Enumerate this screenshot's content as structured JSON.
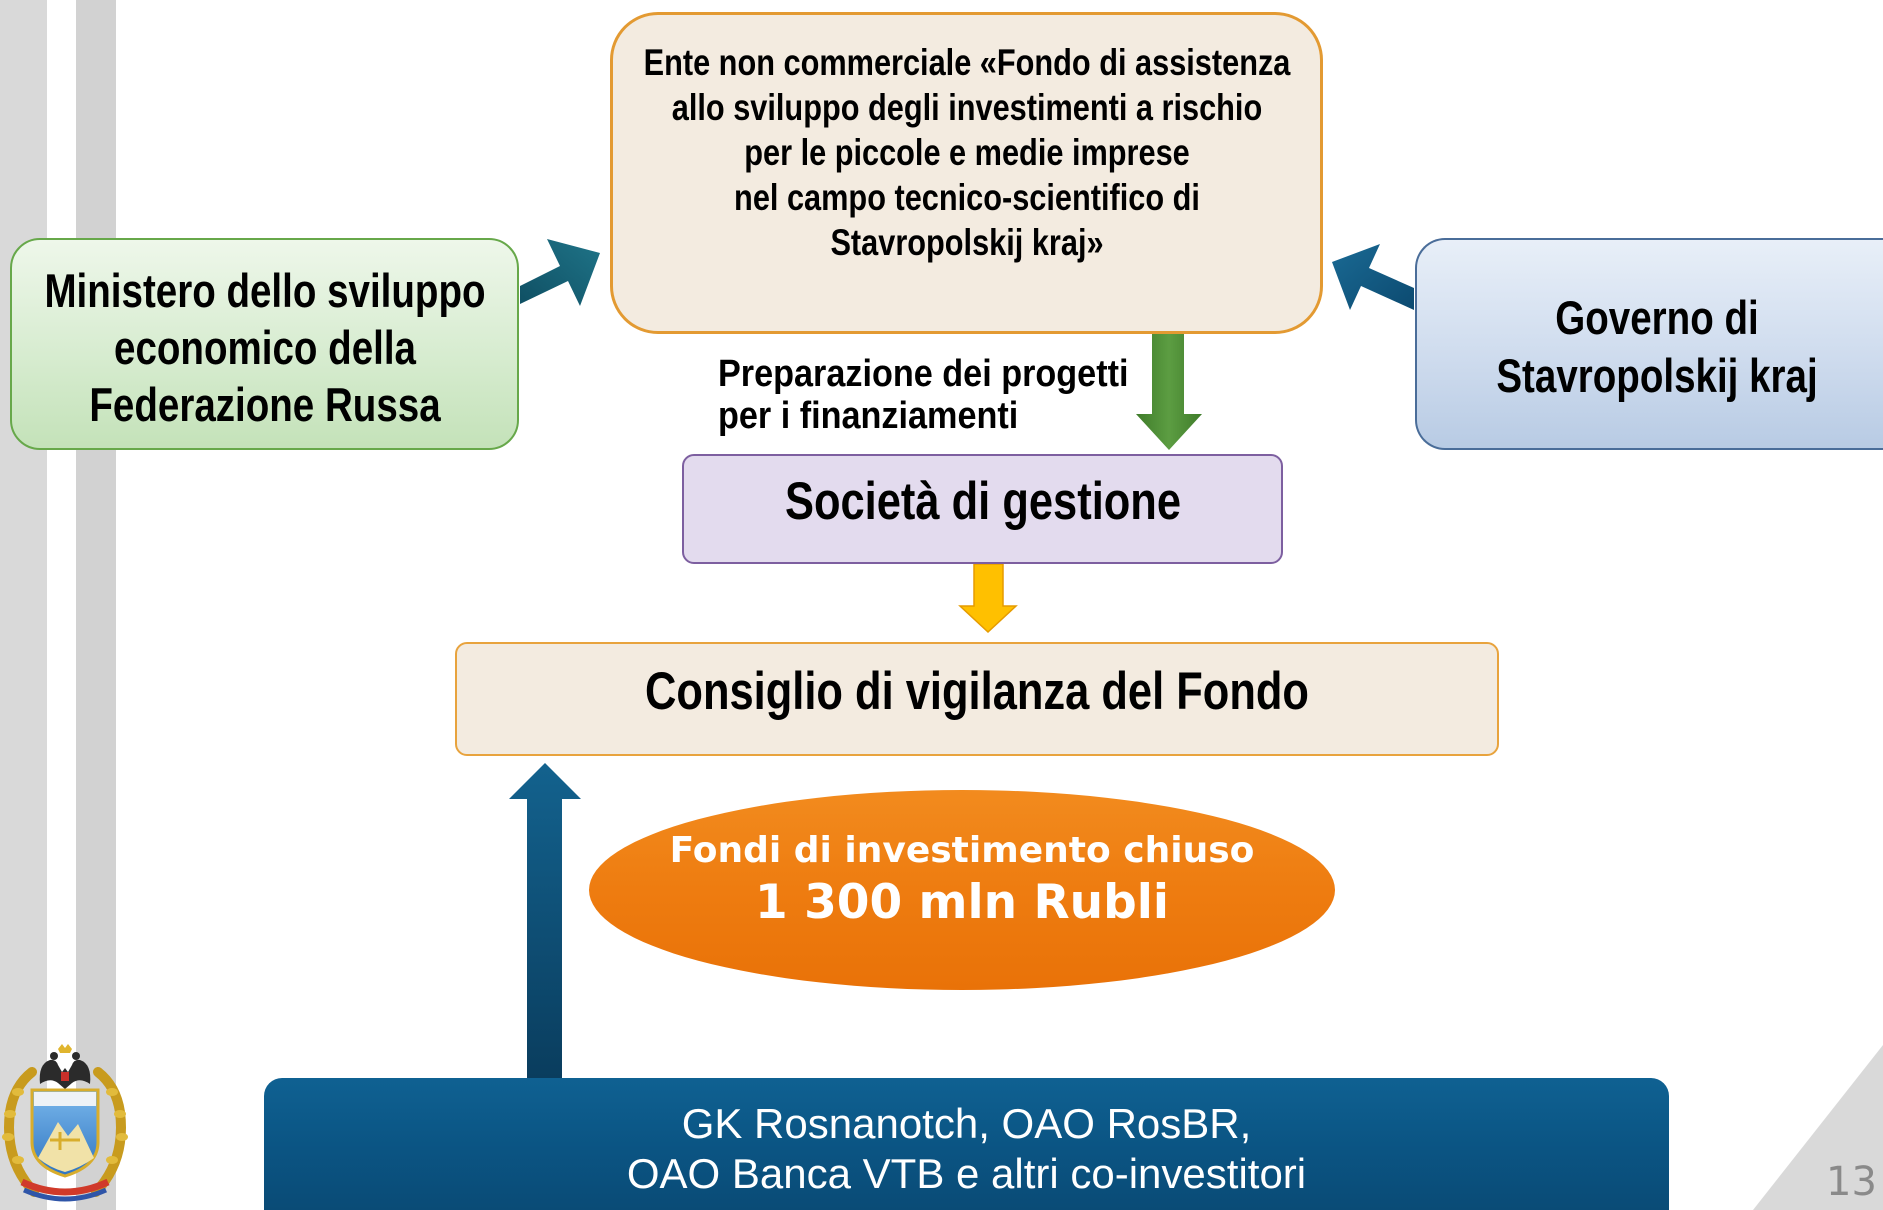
{
  "top_box": {
    "lines": [
      "Ente non commerciale «Fondo di assistenza",
      "allo sviluppo degli investimenti a rischio",
      "per le piccole e medie imprese",
      "nel campo tecnico-scientifico di",
      "Stavropolskij kraj»"
    ]
  },
  "left_box": {
    "lines": [
      "Ministero dello sviluppo",
      "economico della",
      "Federazione Russa"
    ]
  },
  "right_box": {
    "lines": [
      "Governo di",
      "Stavropolskij kraj"
    ]
  },
  "preparation_label": {
    "lines": [
      "Preparazione dei progetti",
      "per i finanziamenti"
    ]
  },
  "management_box": {
    "label": "Società di gestione"
  },
  "supervisory_box": {
    "label": "Consiglio di vigilanza del Fondo"
  },
  "fund_ellipse": {
    "title": "Fondi di investimento chiuso",
    "amount": "1 300 mln Rubli"
  },
  "investors_box": {
    "lines": [
      "GK Rosnanotch, OAO RosBR,",
      "OAO Banca VTB e altri co-investitori"
    ]
  },
  "emblem": {
    "icon": "coat-of-arms-icon"
  },
  "page_number": "13",
  "colors": {
    "top_box_fill": "#f3ebe0",
    "top_box_border": "#e39a32",
    "left_box_fill": "#d7ecd0",
    "left_box_border": "#67a84a",
    "right_box_fill": "#cfdcee",
    "right_box_border": "#4a6d99",
    "management_box_fill": "#e3dbee",
    "management_box_border": "#7d5fa0",
    "ellipse_fill": "#ee7c10",
    "investors_box_fill": "#0b5584",
    "arrow_green": "#4a8a34",
    "arrow_yellow": "#ffc000",
    "arrow_blue": "#0f527a"
  }
}
